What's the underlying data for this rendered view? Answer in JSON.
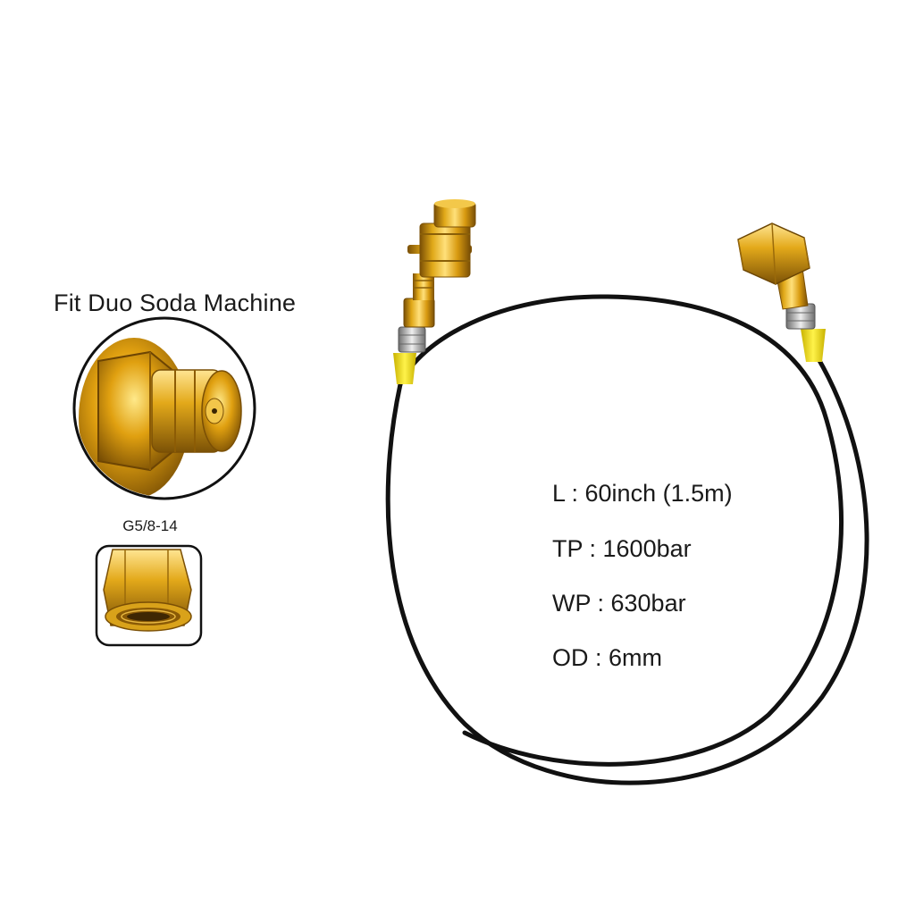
{
  "product": {
    "fit_caption": "Fit Duo Soda Machine",
    "thread_caption": "G5/8-14"
  },
  "specs": [
    {
      "text": "L : 60inch (1.5m)"
    },
    {
      "text": "TP : 1600bar"
    },
    {
      "text": "WP : 630bar"
    },
    {
      "text": "OD : 6mm"
    }
  ],
  "colors": {
    "brass": "#d4a017",
    "brass_dark": "#8a5f08",
    "hose": "#111111",
    "sleeve": "#f5e21a",
    "frame": "#111111"
  }
}
